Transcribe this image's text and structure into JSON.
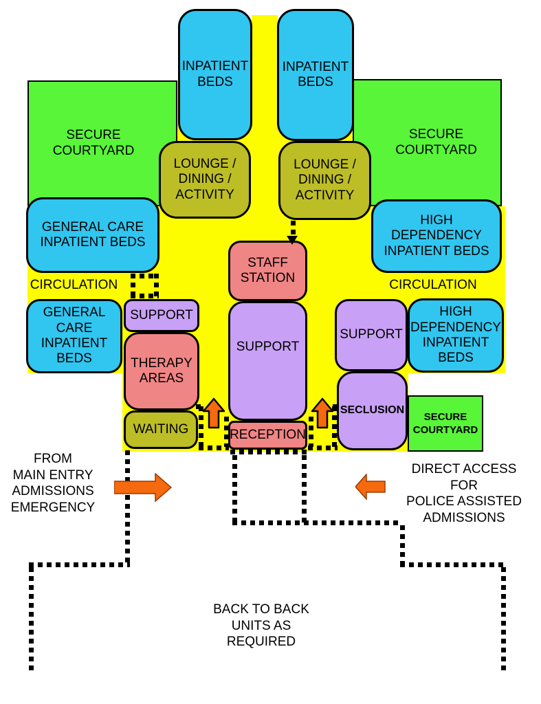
{
  "palette": {
    "circulation_yellow": "#FDFD00",
    "courtyard_green": "#58F538",
    "bed_cyan": "#30C6F0",
    "lounge_olive": "#BDBD26",
    "clinical_pink": "#F08585",
    "support_purple": "#C8A0F5",
    "arrow_orange": "#F5690F",
    "line_black": "#000000"
  },
  "zones": {
    "secure_courtyard_left": "SECURE\nCOURTYARD",
    "secure_courtyard_right": "SECURE\nCOURTYARD",
    "secure_courtyard_seclusion": "SECURE\nCOURTYARD",
    "circulation_left": "CIRCULATION",
    "circulation_right": "CIRCULATION"
  },
  "boxes": {
    "inpatient_beds_left": "INPATIENT\nBEDS",
    "inpatient_beds_right": "INPATIENT\nBEDS",
    "lounge_left": "LOUNGE /\nDINING /\nACTIVITY",
    "lounge_right": "LOUNGE /\nDINING /\nACTIVITY",
    "general_care_top": "GENERAL CARE\nINPATIENT BEDS",
    "general_care_lower": "GENERAL\nCARE\nINPATIENT\nBEDS",
    "high_dependency_top": "HIGH\nDEPENDENCY\nINPATIENT BEDS",
    "high_dependency_lower": "HIGH\nDEPENDENCY\nINPATIENT\nBEDS",
    "staff_station": "STAFF\nSTATION",
    "support_left": "SUPPORT",
    "support_center": "SUPPORT",
    "support_right": "SUPPORT",
    "therapy_areas": "THERAPY\nAREAS",
    "waiting": "WAITING",
    "reception": "RECEPTION",
    "seclusion": "SECLUSION"
  },
  "annotations": {
    "from_main_entry": "FROM\nMAIN ENTRY\nADMISSIONS\nEMERGENCY",
    "direct_access": "DIRECT ACCESS\nFOR\nPOLICE ASSISTED\nADMISSIONS",
    "back_to_back": "BACK TO BACK\nUNITS AS\nREQUIRED"
  }
}
